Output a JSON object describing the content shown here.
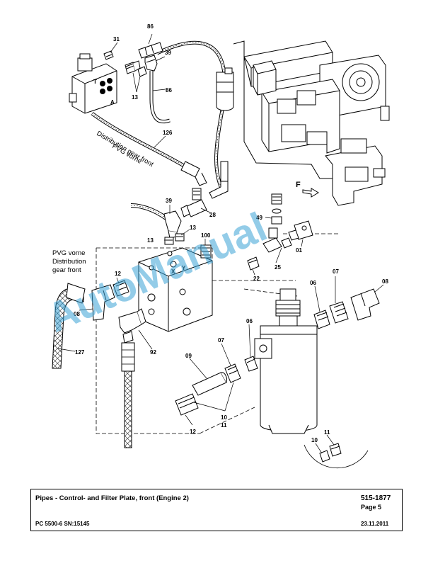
{
  "watermark": "AutoManual",
  "annotations": {
    "dist_front_line1": "Distribution gear front",
    "dist_front_line2": "PVG vorne",
    "pvg_line1": "PVG vorne",
    "pvg_line2": "Distribution",
    "pvg_line3": "gear front",
    "direction_letter": "F"
  },
  "port_letters": {
    "t": "T",
    "a": "A",
    "x": "X",
    "y": "Y"
  },
  "callouts": {
    "c31": "31",
    "c86a": "86",
    "c39a": "39",
    "c13a": "13",
    "c86b": "86",
    "c126": "126",
    "c39b": "39",
    "c28": "28",
    "c13b": "13",
    "c13c": "13",
    "c100": "100",
    "c49": "49",
    "c01": "01",
    "c25": "25",
    "c22": "22",
    "c12a": "12",
    "c08a": "08",
    "c92": "92",
    "c127": "127",
    "c09": "09",
    "c07a": "07",
    "c06a": "06",
    "c10a": "10",
    "c11a": "11",
    "c12b": "12",
    "c07b": "07",
    "c06b": "06",
    "c08b": "08",
    "c11b": "11",
    "c10b": "10"
  },
  "footer": {
    "title": "Pipes - Control- and Filter Plate, front (Engine 2)",
    "doc_number": "515-1877",
    "page": "Page 5",
    "model": "PC 5500-6 SN:15145",
    "date": "23.11.2011"
  }
}
